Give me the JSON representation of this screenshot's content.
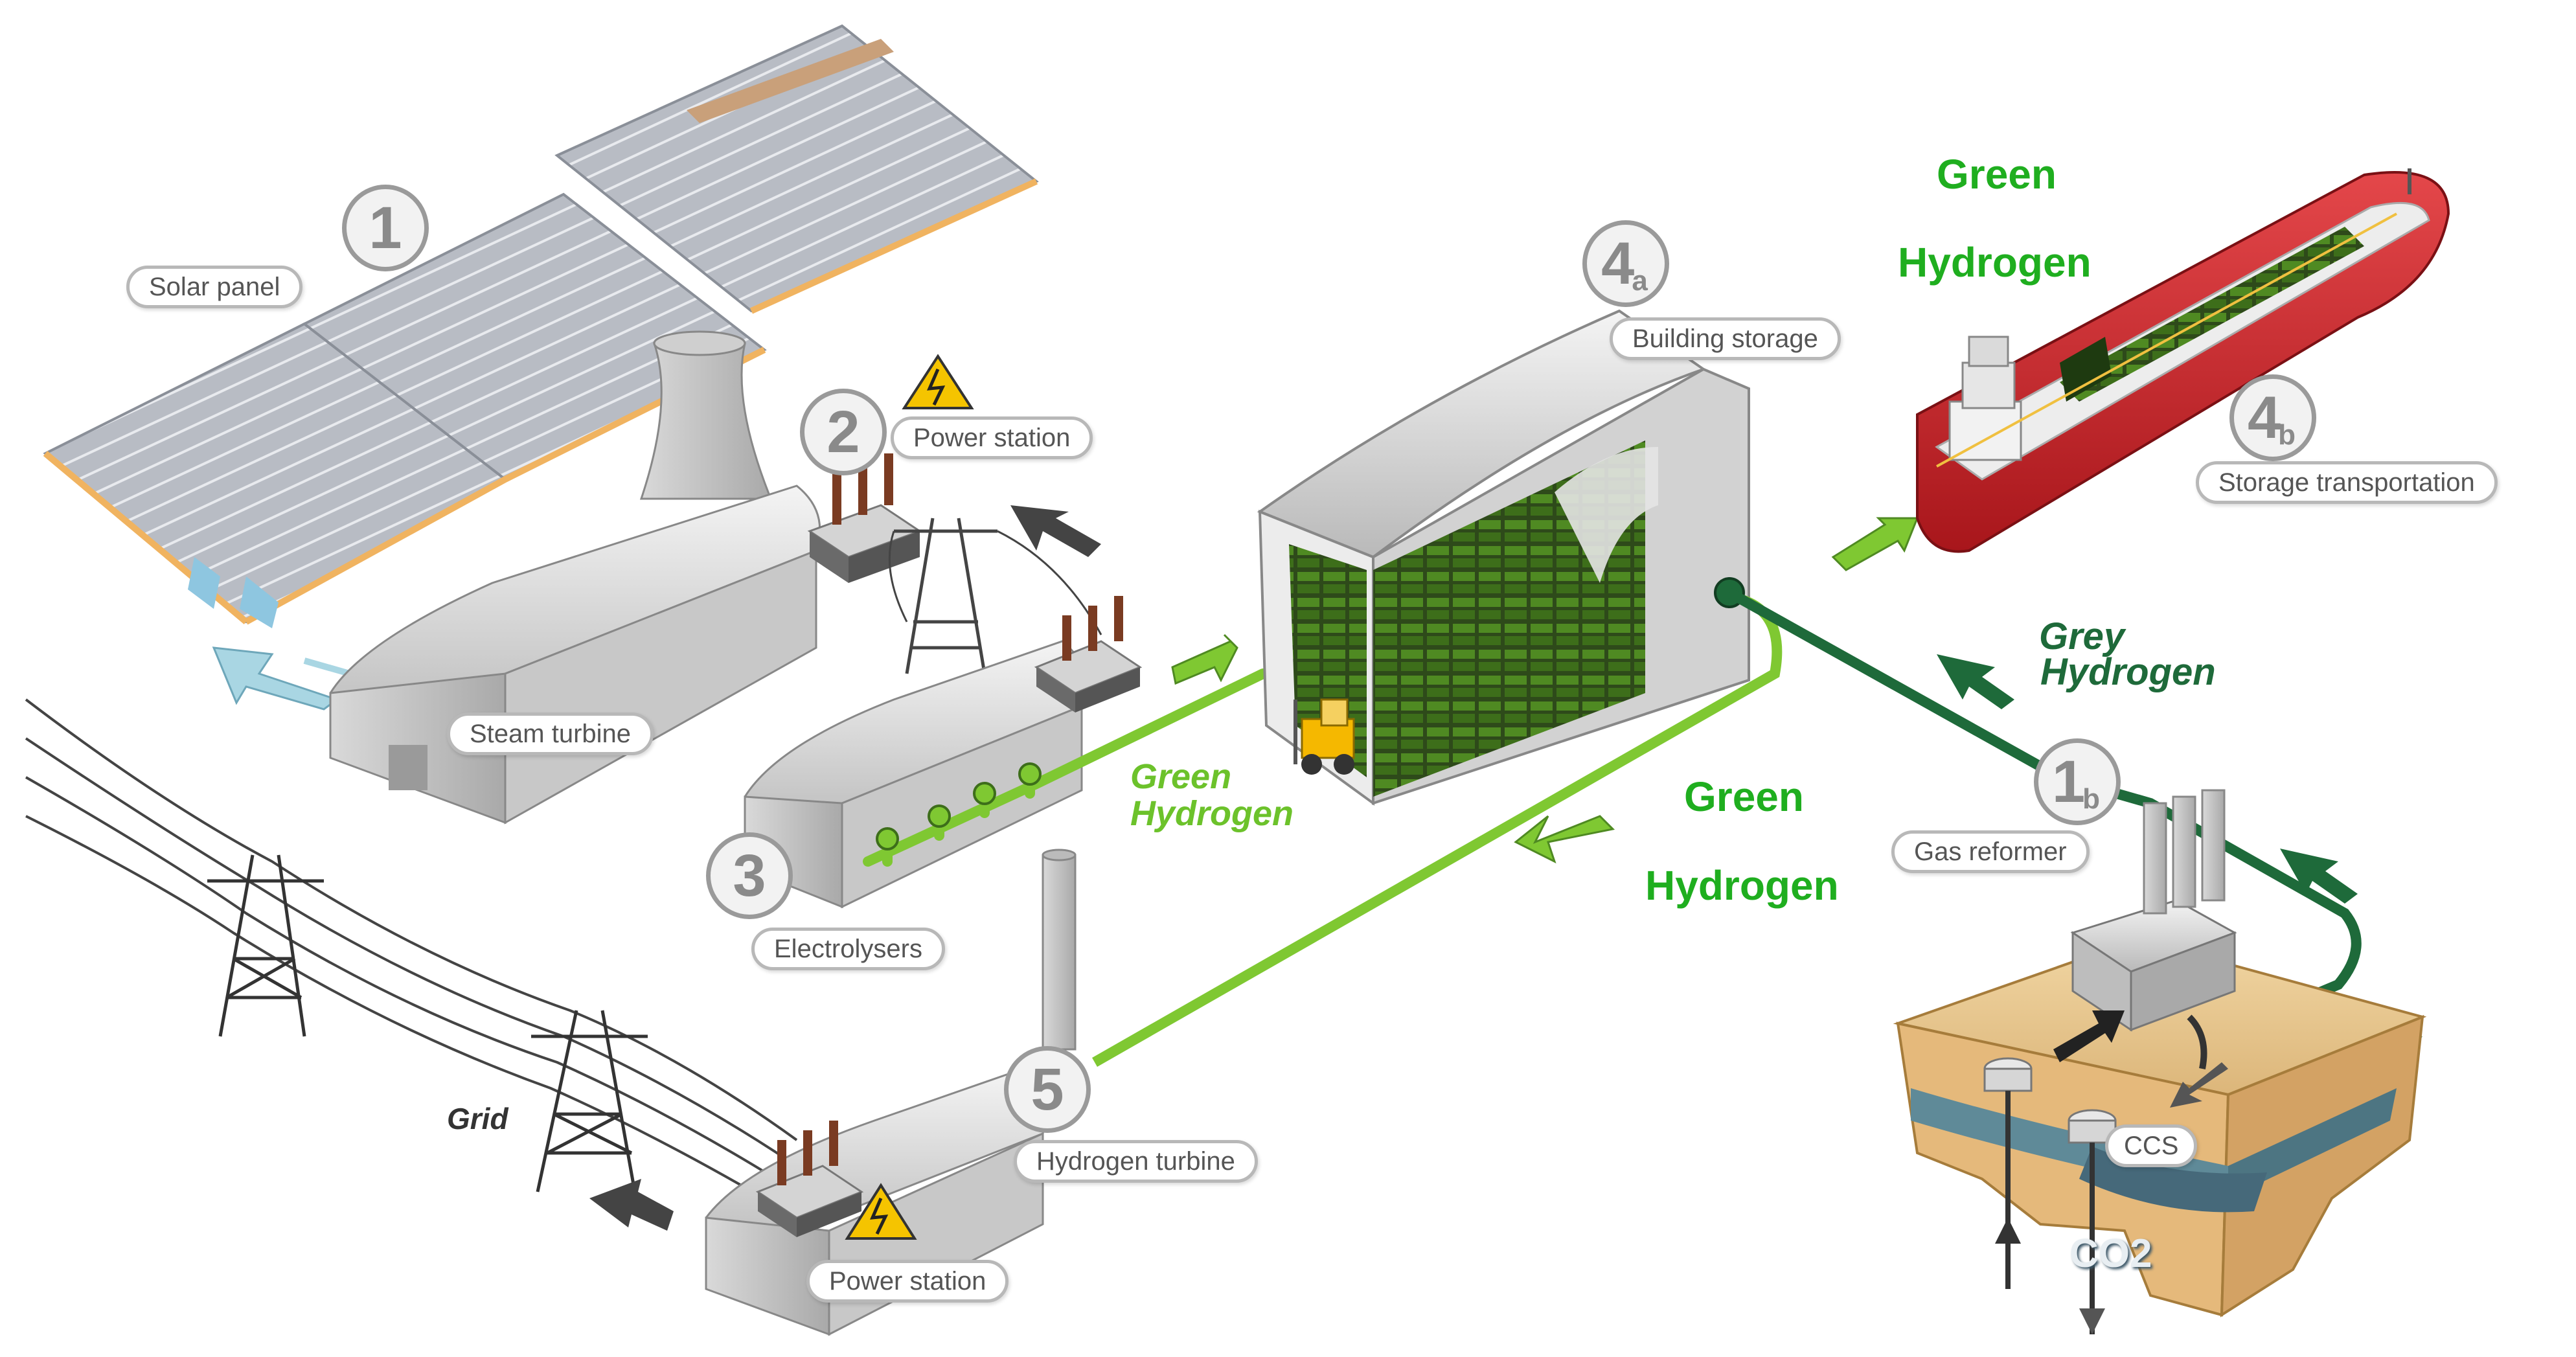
{
  "labels": {
    "solar_panel": "Solar panel",
    "power_station_top": "Power station",
    "steam_turbine": "Steam turbine",
    "electrolysers": "Electrolysers",
    "building_storage": "Building storage",
    "storage_transportation": "Storage transportation",
    "gas_reformer": "Gas reformer",
    "hydrogen_turbine": "Hydrogen turbine",
    "power_station_bottom": "Power station",
    "ccs": "CCS",
    "co2": "CO2",
    "grid": "Grid"
  },
  "numbers": {
    "n1": "1",
    "n2": "2",
    "n3": "3",
    "n4a": "4",
    "n4a_sub": "a",
    "n4b": "4",
    "n4b_sub": "b",
    "n1b": "1",
    "n1b_sub": "b",
    "n5": "5"
  },
  "flow_text": {
    "green_top_line1": "Green",
    "green_top_line2": "Hydrogen",
    "green_mid_line1": "Green",
    "green_mid_line2": "Hydrogen",
    "green_electro_line1": "Green",
    "green_electro_line2": "Hydrogen",
    "grey_line1": "Grey",
    "grey_line2": "Hydrogen"
  },
  "colors": {
    "green_hydrogen": "#1fae1f",
    "pipe_light_green": "#7fc832",
    "pipe_dark_green": "#1e6a3a",
    "ship_hull_red": "#d8252b",
    "warning_yellow": "#f5c400"
  }
}
